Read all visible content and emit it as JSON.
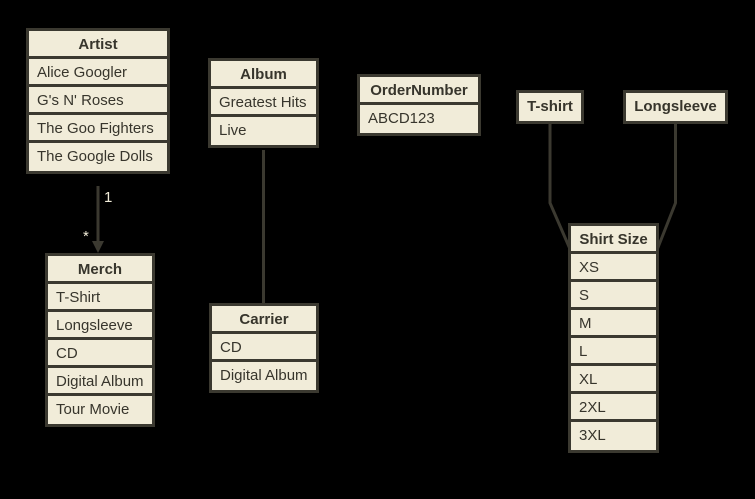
{
  "diagram": {
    "type": "entity-relationship",
    "background": "#000000",
    "colors": {
      "box_fill": "#f1ecd9",
      "box_border": "#3b3930",
      "box_text": "#37352c",
      "connector": "#3b3930",
      "cardinality_label": "#f1ecd9"
    }
  },
  "entities": {
    "artist": {
      "title": "Artist",
      "rows": [
        "Alice Googler",
        "G's N' Roses",
        "The Goo Fighters",
        "The Google Dolls"
      ]
    },
    "album": {
      "title": "Album",
      "rows": [
        "Greatest Hits",
        "Live"
      ]
    },
    "order_number": {
      "title": "OrderNumber",
      "rows": [
        "ABCD123"
      ]
    },
    "tshirt": {
      "title": "T-shirt",
      "rows": []
    },
    "longsleeve": {
      "title": "Longsleeve",
      "rows": []
    },
    "merch": {
      "title": "Merch",
      "rows": [
        "T-Shirt",
        "Longsleeve",
        "CD",
        "Digital Album",
        "Tour Movie"
      ]
    },
    "carrier": {
      "title": "Carrier",
      "rows": [
        "CD",
        "Digital Album"
      ]
    },
    "shirt_size": {
      "title": "Shirt Size",
      "rows": [
        "XS",
        "S",
        "M",
        "L",
        "XL",
        "2XL",
        "3XL"
      ]
    }
  },
  "connectors": {
    "artist_merch": {
      "from": "Artist",
      "to": "Merch",
      "arrow": true,
      "cardinality_source": "1",
      "cardinality_target": "*"
    },
    "album_carrier": {
      "from": "Album",
      "to": "Carrier",
      "arrow": false
    },
    "tshirt_shirt_size": {
      "from": "T-shirt",
      "to": "Shirt Size",
      "arrow": false
    },
    "longsleeve_shirt_size": {
      "from": "Longsleeve",
      "to": "Shirt Size",
      "arrow": false
    }
  }
}
